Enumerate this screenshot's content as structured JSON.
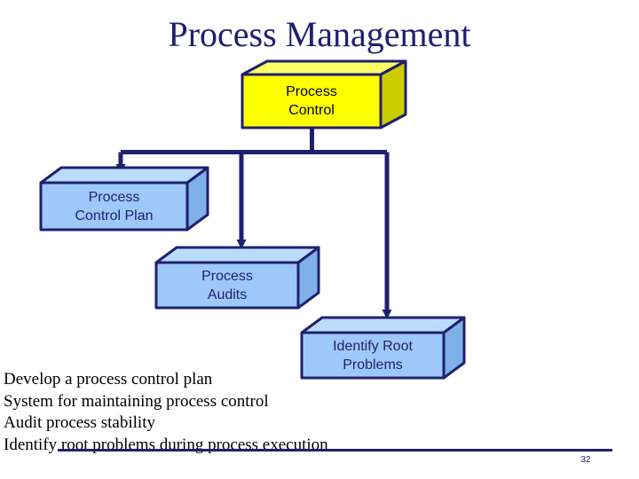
{
  "slide": {
    "title": "Process Management",
    "page_number": "32",
    "background_color": "#ffffff",
    "title_color": "#1f2070",
    "accent_color": "#1f2070"
  },
  "diagram": {
    "type": "hierarchy",
    "nodes": [
      {
        "id": "process-control",
        "line1": "Process",
        "line2": "Control",
        "face_color": "#ffff00",
        "side_color": "#cccc00",
        "top_color": "#ffff66",
        "outline_color": "#1f2070",
        "text_color": "#000000"
      },
      {
        "id": "process-control-plan",
        "line1": "Process",
        "line2": "Control Plan",
        "face_color": "#9ec8f8",
        "side_color": "#7fb0e8",
        "top_color": "#badcfb",
        "outline_color": "#1f2070",
        "text_color": "#1f2070"
      },
      {
        "id": "process-audits",
        "line1": "Process",
        "line2": "Audits",
        "face_color": "#9ec8f8",
        "side_color": "#7fb0e8",
        "top_color": "#badcfb",
        "outline_color": "#1f2070",
        "text_color": "#1f2070"
      },
      {
        "id": "identify-root-problems",
        "line1": "Identify Root",
        "line2": "Problems",
        "face_color": "#9ec8f8",
        "side_color": "#7fb0e8",
        "top_color": "#badcfb",
        "outline_color": "#1f2070",
        "text_color": "#1f2070"
      }
    ],
    "edges": [
      {
        "from": "process-control",
        "to": "process-control-plan"
      },
      {
        "from": "process-control",
        "to": "process-audits"
      },
      {
        "from": "process-control",
        "to": "identify-root-problems"
      }
    ]
  },
  "bullets": [
    "Develop a process control plan",
    "System for maintaining process control",
    "Audit process stability",
    "Identify root problems during process execution"
  ]
}
